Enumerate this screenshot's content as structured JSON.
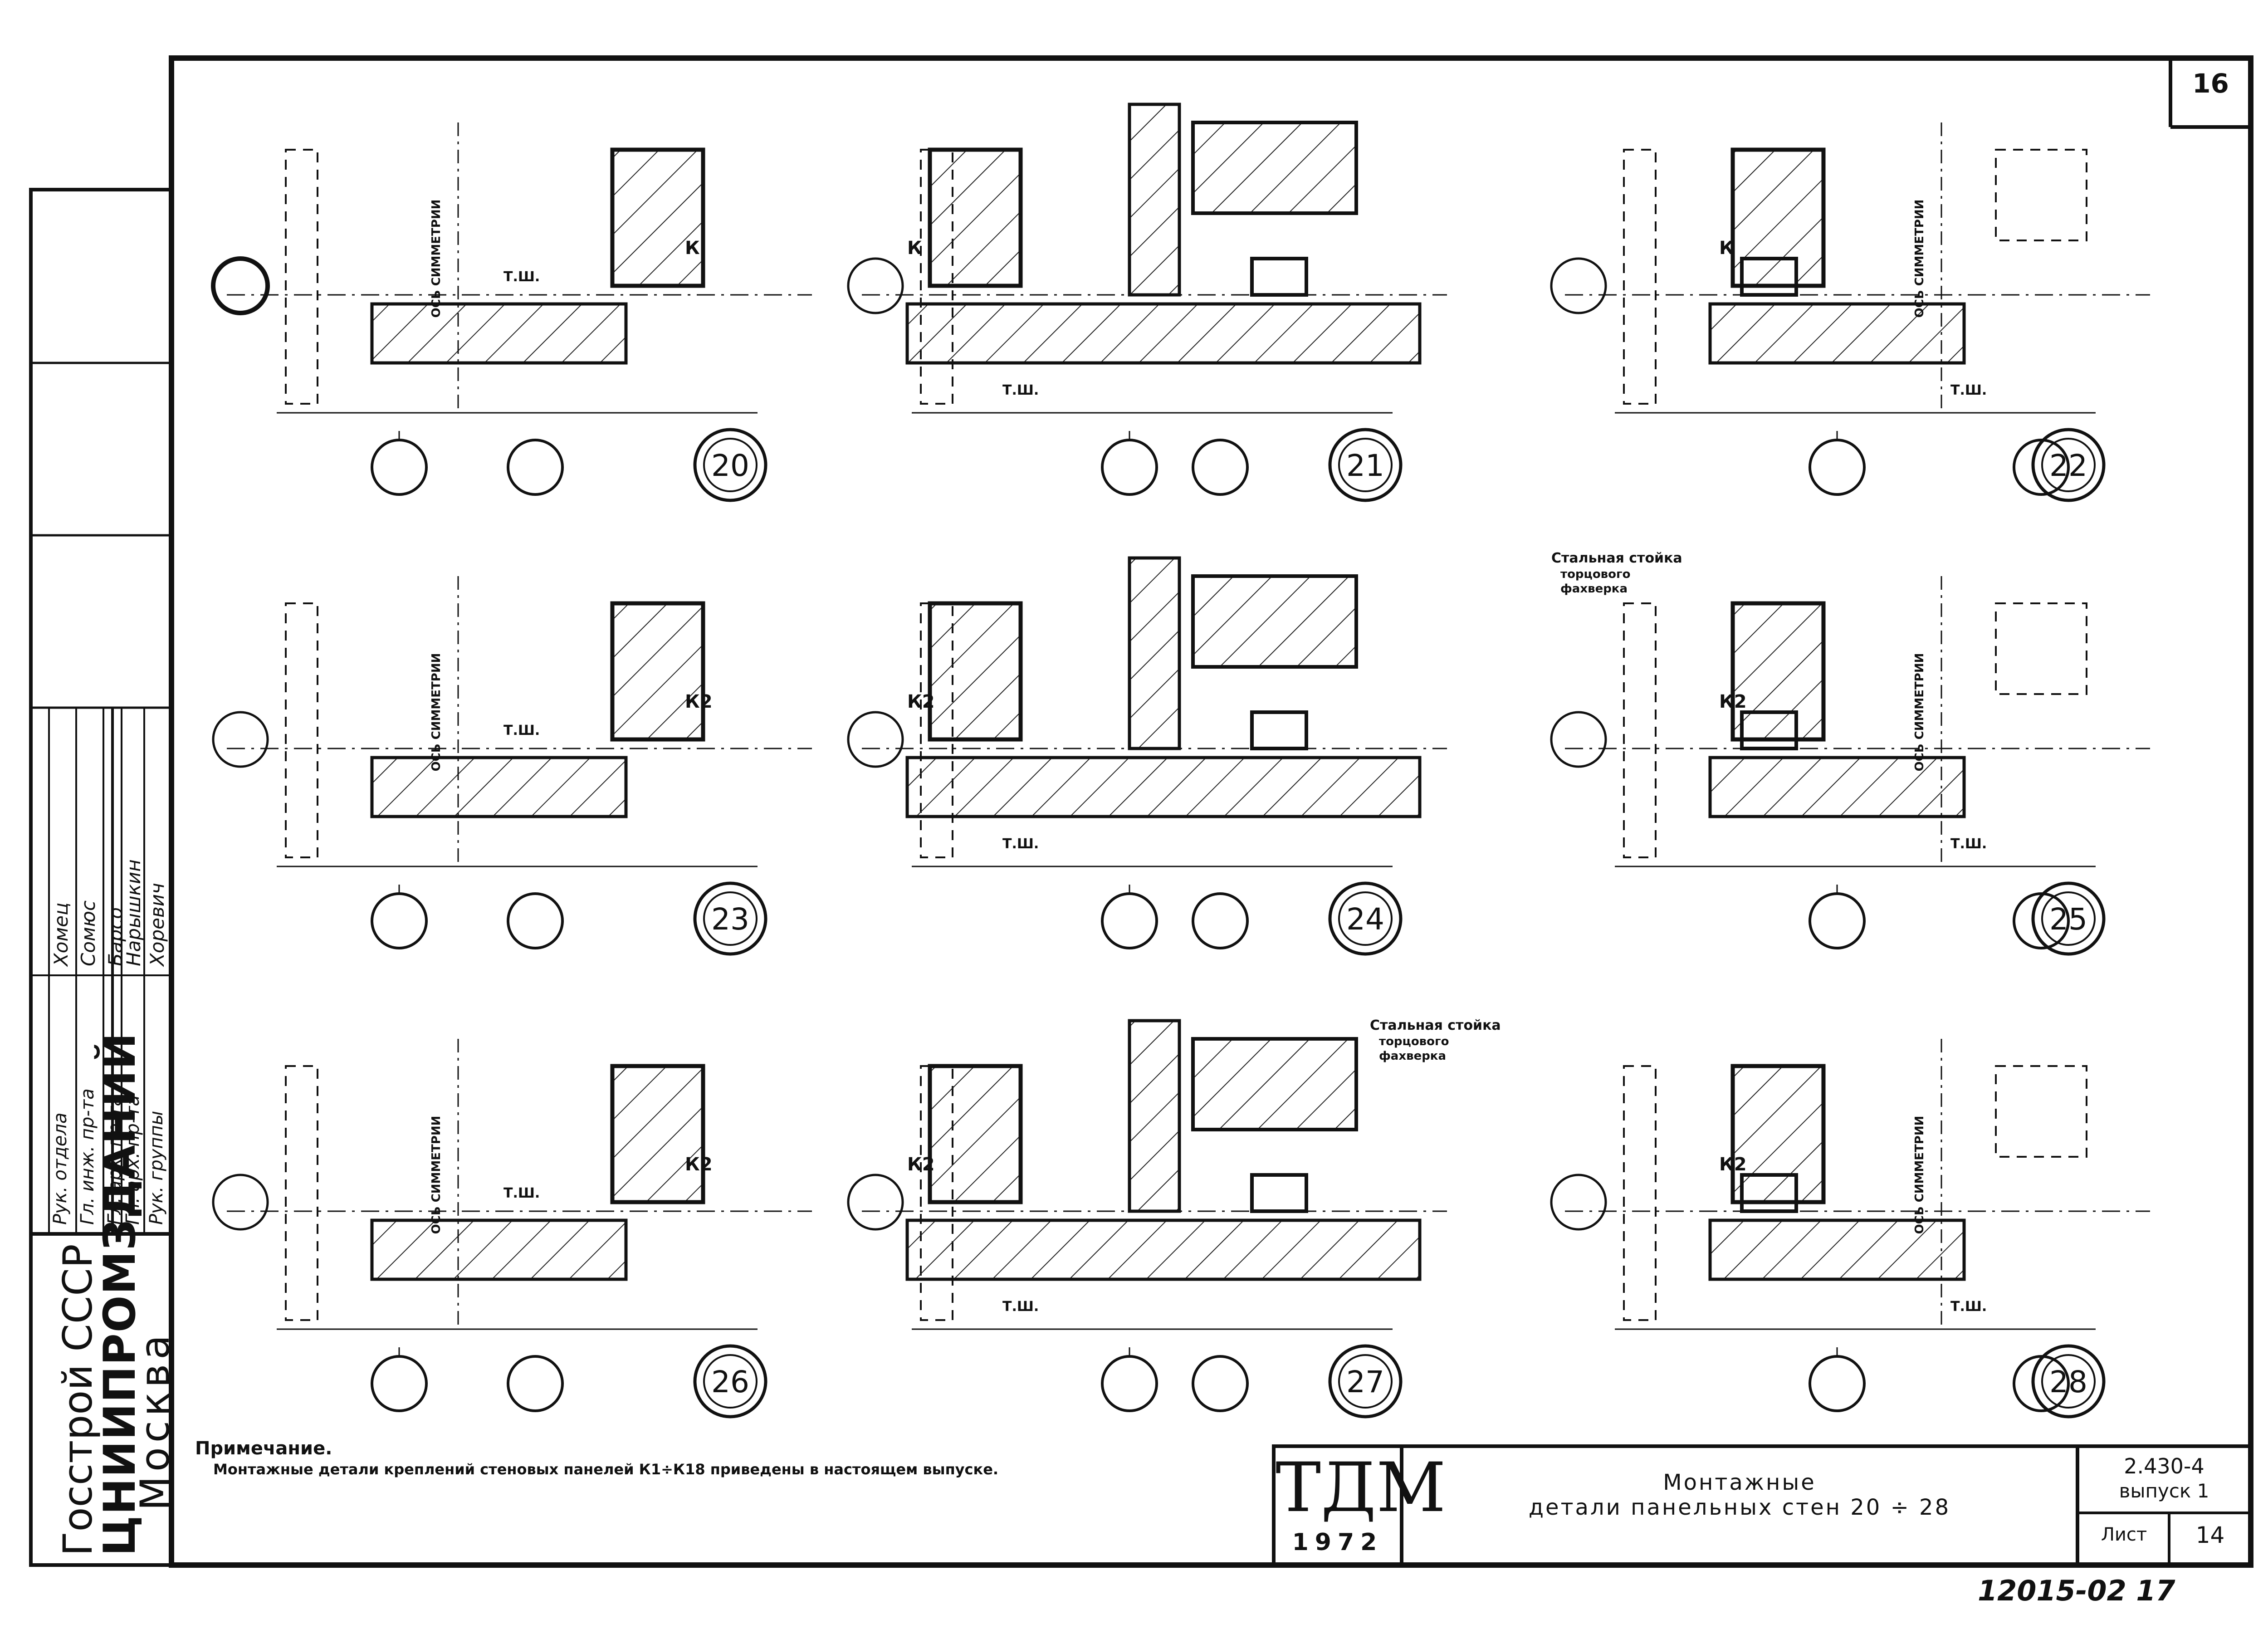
{
  "sheet_corner": "16",
  "sheet_footer": "12015-02   17",
  "organization": {
    "line1": "Госстрой СССР",
    "line2": "ЦНИИПРОМЗДАНИЙ",
    "line3": "Москва"
  },
  "signatures": {
    "roles": [
      "Рук. отдела",
      "Гл. инж. пр-та",
      "Гл. арх. пр-та",
      "Гл. арх. пр-та",
      "Рук. группы"
    ],
    "names": [
      "Хомец",
      "Сомюс",
      "Барсо",
      "Нарышкин",
      "Хоревич"
    ]
  },
  "note": {
    "title": "Примечание.",
    "text": "Монтажные детали креплений стеновых панелей К1÷К18 приведены в настоящем выпуске."
  },
  "title_block": {
    "logo": "ТДМ",
    "year": "1972",
    "title_line1": "Монтажные",
    "title_line2": "детали панельных стен  20 ÷ 28",
    "code": "2.430-4",
    "issue": "выпуск 1",
    "sheet_label": "Лист",
    "sheet_no": "14"
  },
  "labels": {
    "symmetry_axis": "ОСЬ СИММЕТРИИ",
    "steel_post": "Стальная стойка торцового фахверка"
  },
  "details": [
    {
      "no": "20",
      "mark": "К",
      "t_sh": "Т.Ш."
    },
    {
      "no": "21",
      "mark": "К",
      "t_sh": "Т.Ш."
    },
    {
      "no": "22",
      "mark": "К",
      "t_sh": "Т.Ш."
    },
    {
      "no": "23",
      "mark": "К2",
      "t_sh": "Т.Ш."
    },
    {
      "no": "24",
      "mark": "К2",
      "t_sh": "Т.Ш."
    },
    {
      "no": "25",
      "mark": "К2",
      "t_sh": "Т.Ш."
    },
    {
      "no": "26",
      "mark": "К2",
      "t_sh": "Т.Ш."
    },
    {
      "no": "27",
      "mark": "К2",
      "t_sh": "Т.Ш."
    },
    {
      "no": "28",
      "mark": "К2",
      "t_sh": "Т.Ш."
    }
  ],
  "colors": {
    "ink": "#111111",
    "paper": "#ffffff"
  }
}
